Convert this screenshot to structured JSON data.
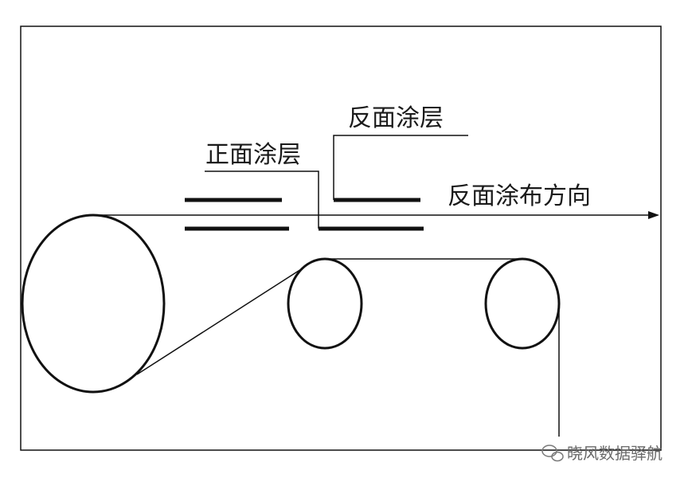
{
  "labels": {
    "front_coating": "正面涂层",
    "back_coating": "反面涂层",
    "direction": "反面涂布方向"
  },
  "watermark": {
    "text": "晓风数据驿航",
    "icon": "wechat-icon"
  },
  "colors": {
    "stroke": "#111111",
    "text": "#1a1a1a",
    "watermark": "#6a6a6a"
  }
}
